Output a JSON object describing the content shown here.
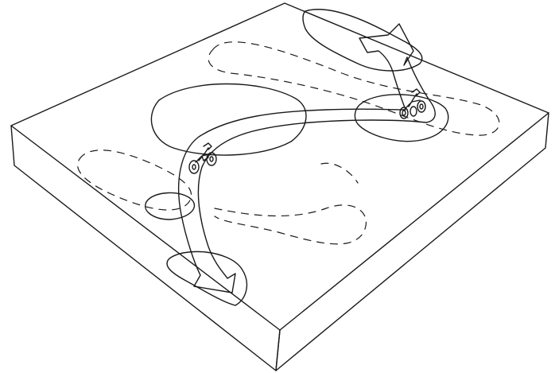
{
  "diagram": {
    "colors": {
      "zone_fill": "#f5c76e",
      "route_fill": "#dbe3a4",
      "ink": "#1a1a1a",
      "background": "#ffffff"
    },
    "elements": {
      "terrain_block": "raised-slab",
      "route": "curved-arrow-route",
      "vehicle_icons": [
        "quad-bike-icon",
        "quad-bike-icon"
      ],
      "zones": [
        "activity-zone",
        "activity-zone",
        "activity-zone",
        "activity-zone",
        "activity-zone"
      ],
      "outlines": [
        "dashed-outline",
        "dashed-outline",
        "dashed-outline",
        "dashed-outline"
      ]
    }
  }
}
